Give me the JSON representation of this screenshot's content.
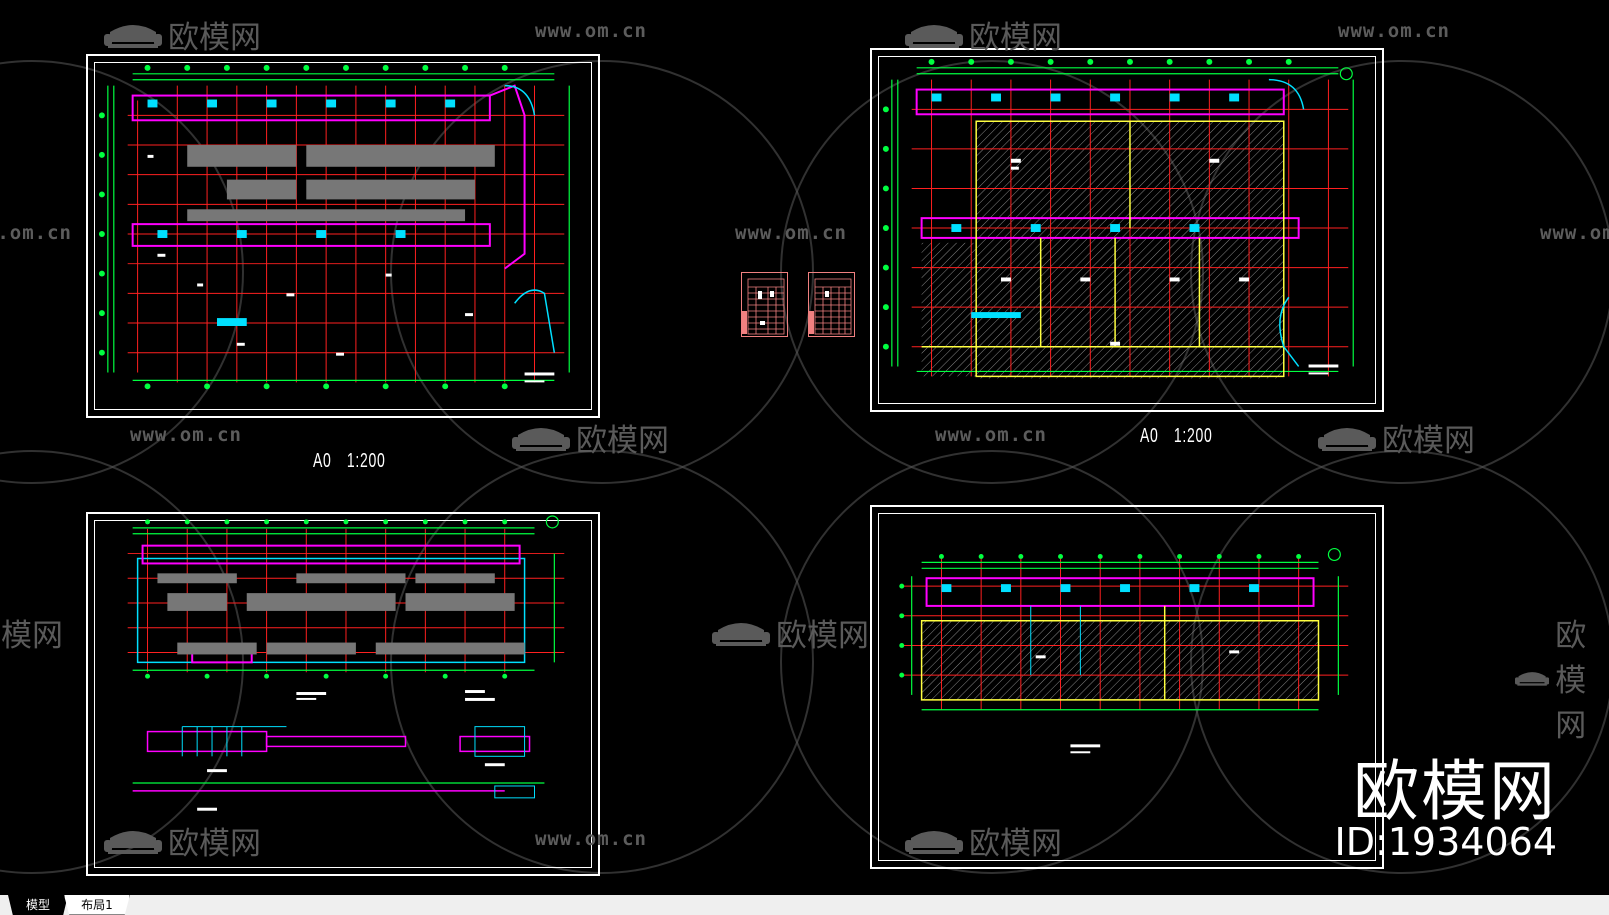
{
  "app": {
    "view": "CAD model space"
  },
  "tabs": [
    {
      "label": "模型",
      "active": true
    },
    {
      "label": "布局1",
      "active": false
    }
  ],
  "sheets": [
    {
      "id": "sheet-top-left",
      "type": "floor-plan",
      "description": "Basement parking floor plan with grid axes"
    },
    {
      "id": "sheet-top-right",
      "type": "floor-plan",
      "description": "Floor plan with hatched commercial areas"
    },
    {
      "id": "sheet-bottom-left",
      "type": "floor-plan-and-sections",
      "description": "Parking floor plan with section elevations"
    },
    {
      "id": "sheet-bottom-right",
      "type": "floor-plan",
      "description": "Floor plan with hatched areas"
    }
  ],
  "scale_labels": [
    {
      "paper": "A0",
      "scale": "1:200"
    },
    {
      "paper": "A0",
      "scale": "1:200"
    }
  ],
  "watermark": {
    "url": "www.om.cn",
    "brand": "欧模网",
    "id_label": "ID:1934064"
  },
  "colors": {
    "background": "#000000",
    "grid_red": "#ff2020",
    "axis_green": "#00ff40",
    "wall_magenta": "#ff00ff",
    "wall_cyan": "#00e0ff",
    "hatch_gray": "#888888",
    "outline_yellow": "#ffff40",
    "table_pink": "#f08080",
    "frame_white": "#ffffff",
    "tabbar_bg": "#efefef"
  }
}
